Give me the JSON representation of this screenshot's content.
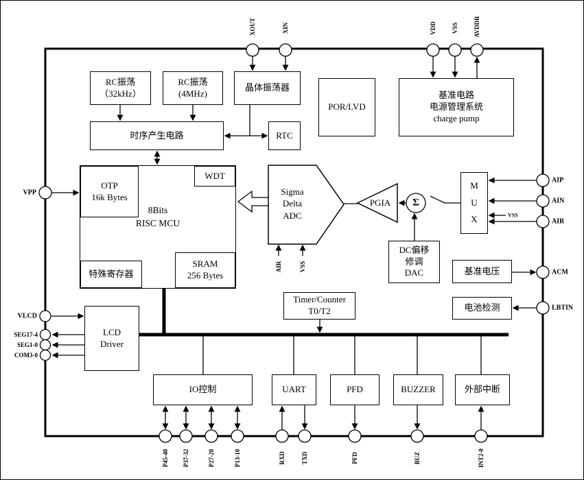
{
  "colors": {
    "line": "#000000",
    "background": "#ffffff"
  },
  "blocks": {
    "rc32k": {
      "line1": "RC振荡",
      "line2": "（32kHz）"
    },
    "rc4m": {
      "line1": "RC振荡",
      "line2": "(4MHz)"
    },
    "crystal": {
      "label": "晶体振荡器"
    },
    "por": {
      "label": "POR/LVD"
    },
    "power": {
      "line1": "基准电路",
      "line2": "电源管理系统",
      "line3": "charge pump"
    },
    "timing": {
      "label": "时序产生电路"
    },
    "rtc": {
      "label": "RTC"
    },
    "otp": {
      "line1": "OTP",
      "line2": "16k Bytes"
    },
    "wdt": {
      "label": "WDT"
    },
    "mcu": {
      "line1": "8Bits",
      "line2": "RISC MCU"
    },
    "sfr": {
      "label": "特殊寄存器"
    },
    "sram": {
      "line1": "SRAM",
      "line2": "256 Bytes"
    },
    "adc": {
      "line1": "Sigma",
      "line2": "Delta",
      "line3": "ADC"
    },
    "pgia": {
      "label": "PGIA"
    },
    "sigma": {
      "label": "Σ"
    },
    "mux": {
      "line1": "M",
      "line2": "U",
      "line3": "X"
    },
    "dcdac": {
      "line1": "DC偏移",
      "line2": "修调",
      "line3": "DAC"
    },
    "vref": {
      "label": "基准电压"
    },
    "battery": {
      "label": "电池检测"
    },
    "lcd": {
      "line1": "LCD",
      "line2": "Driver"
    },
    "timer": {
      "line1": "Timer/Counter",
      "line2": "T0/T2"
    },
    "io": {
      "label": "IO控制"
    },
    "uart": {
      "label": "UART"
    },
    "pfd": {
      "label": "PFD"
    },
    "buzzer": {
      "label": "BUZZER"
    },
    "extint": {
      "label": "外部中断"
    }
  },
  "pins": {
    "top": [
      "XOUT",
      "XIN",
      "VDD",
      "VSS",
      "AVDDR"
    ],
    "left": [
      "VPP",
      "VLCD",
      "SEG17-4",
      "SEG1-0",
      "COM3-0"
    ],
    "right": [
      "AIP",
      "AIN",
      "AIR",
      "ACM",
      "LBTIN"
    ],
    "bottom": [
      "P45-40",
      "P37-32",
      "P27-20",
      "P13-10",
      "RXD",
      "TXD",
      "PFD",
      "BUZ",
      "INT2-0"
    ],
    "adc_bottom": [
      "AIR",
      "VSS"
    ],
    "mux_vss": "VSS"
  }
}
